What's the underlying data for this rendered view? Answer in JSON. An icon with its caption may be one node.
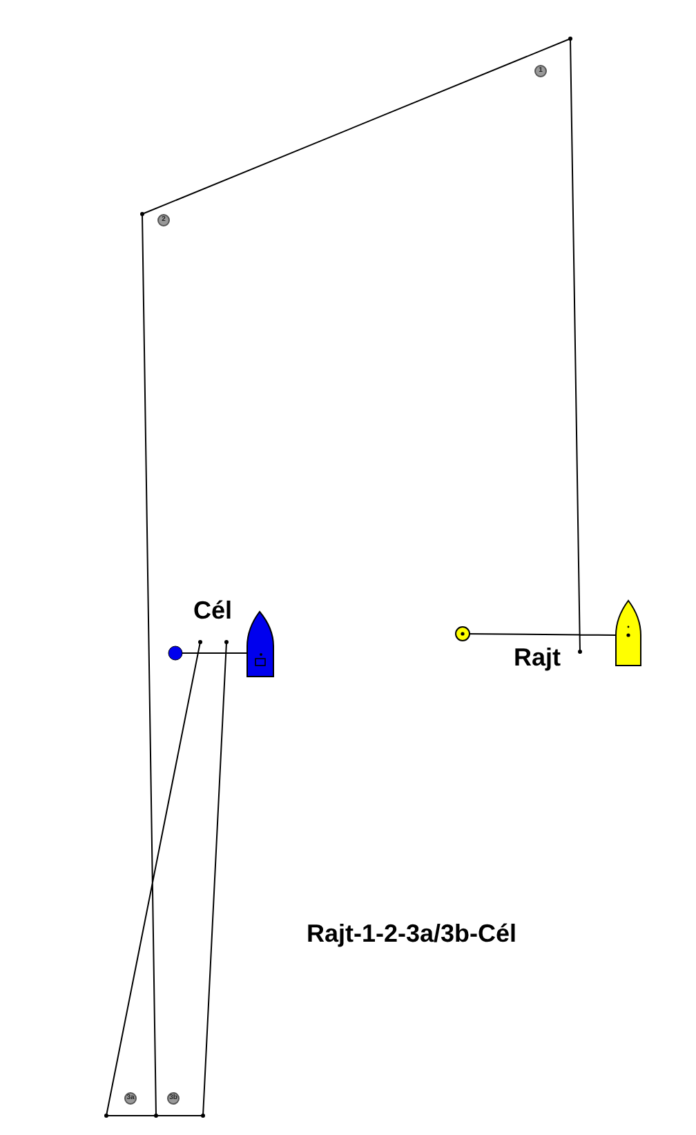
{
  "diagram": {
    "labels": [
      "1",
      "2",
      "Cél",
      "Rajt",
      "Rajt-1-2-3a/3b-Cél",
      "3a",
      "3b"
    ]
  }
}
